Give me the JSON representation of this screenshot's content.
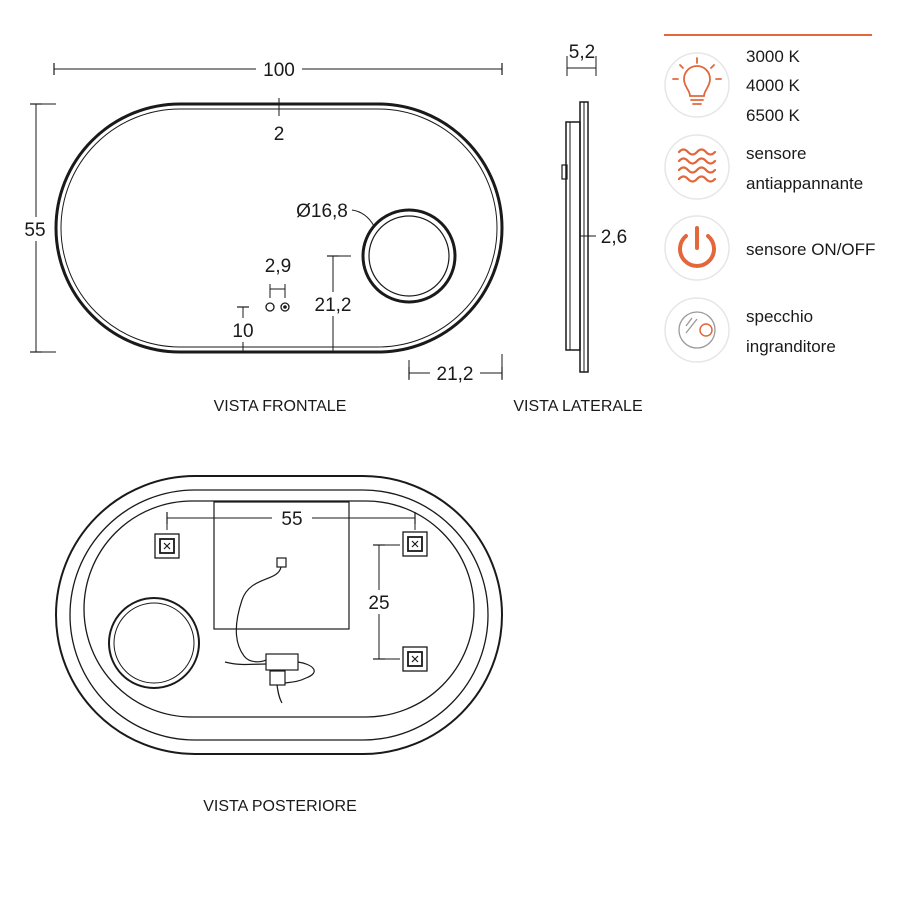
{
  "front_view": {
    "caption": "VISTA FRONTALE",
    "width": "100",
    "height": "55",
    "top_gap": "2",
    "magnifier_diameter": "Ø16,8",
    "sensor_spacing": "2,9",
    "sensor_offset": "10",
    "magnifier_height": "21,2",
    "magnifier_offset": "21,2"
  },
  "side_view": {
    "caption": "VISTA LATERALE",
    "depth": "5,2",
    "thickness": "2,6"
  },
  "rear_view": {
    "caption": "VISTA POSTERIORE",
    "bracket_spacing_h": "55",
    "bracket_spacing_v": "25"
  },
  "legend": {
    "accent_color": "#e2683c",
    "items": [
      {
        "icon": "light-bulb-icon",
        "lines": [
          "3000 K",
          "4000 K",
          "6500 K"
        ]
      },
      {
        "icon": "anti-fog-waves-icon",
        "lines": [
          "sensore",
          "antiappannante"
        ]
      },
      {
        "icon": "power-icon",
        "lines": [
          "sensore ON/OFF"
        ]
      },
      {
        "icon": "magnifier-mirror-icon",
        "lines": [
          "specchio",
          "ingranditore"
        ]
      }
    ]
  }
}
